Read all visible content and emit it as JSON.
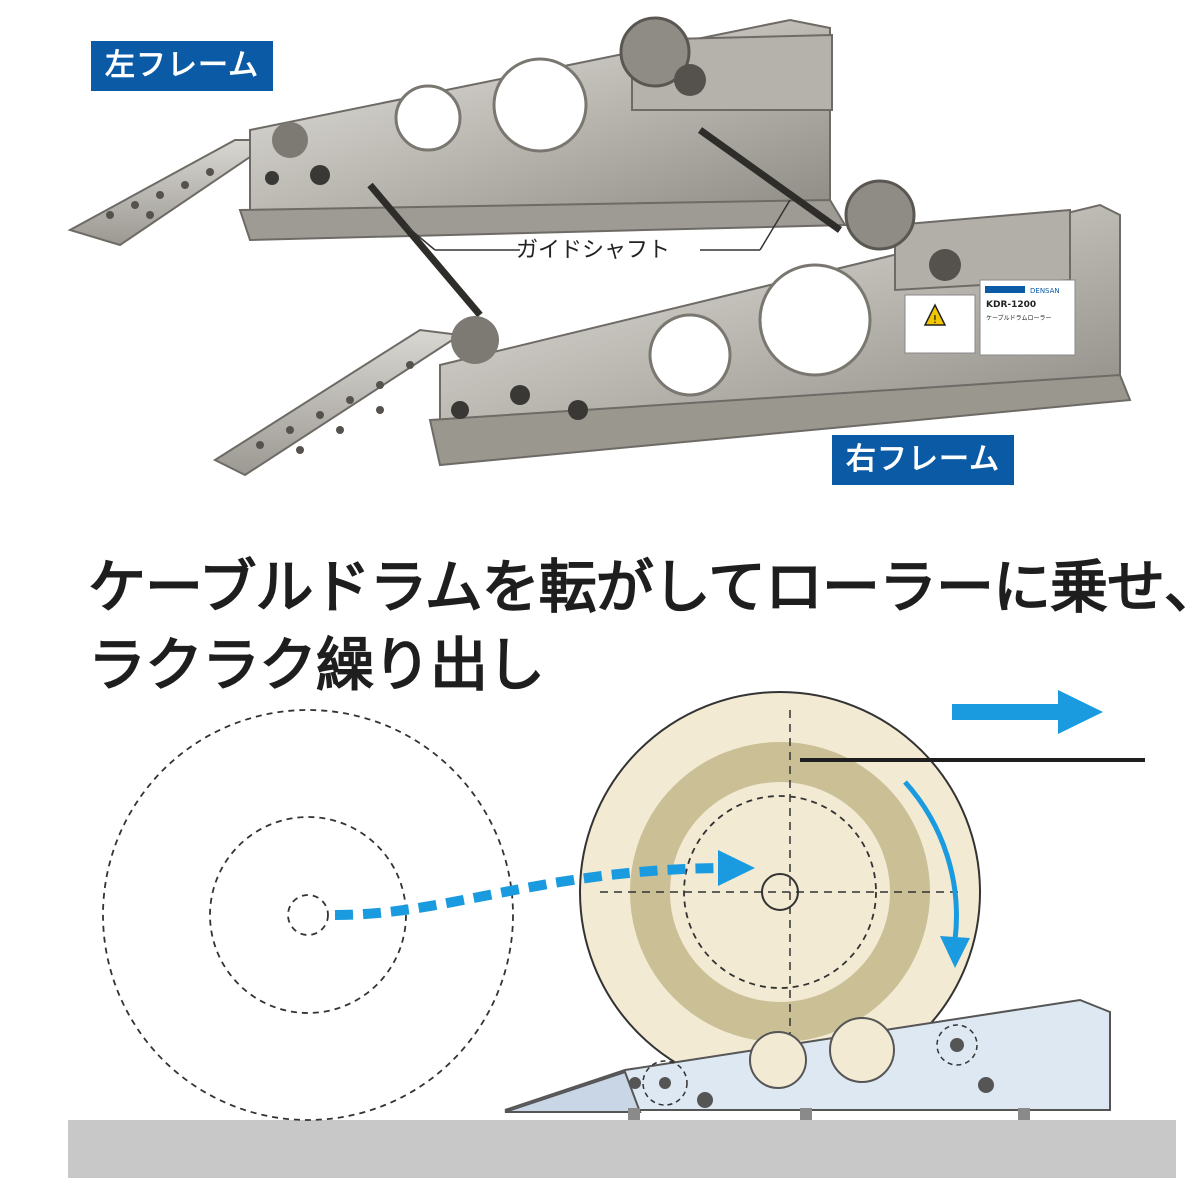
{
  "labels": {
    "left_frame": "左フレーム",
    "right_frame": "右フレーム",
    "guide_shaft": "ガイドシャフト"
  },
  "product_plate": {
    "brand": "DENSAN",
    "model": "KDR-1200",
    "product_name": "ケーブルドラムローラー"
  },
  "headline": {
    "line1": "ケーブルドラムを転がしてローラーに乗せ、",
    "line2": "ラクラク繰り出し"
  },
  "colors": {
    "label_bg": "#0a5aa6",
    "arrow": "#1a9be0",
    "drum_fill": "#f2ead3",
    "drum_core_band": "#cbbf96",
    "roller_fill": "#dde8f3",
    "ground": "#c8c8c8",
    "steel": "#c9c7c2"
  },
  "icons": [
    "arrow-right-icon",
    "warning-icon"
  ]
}
